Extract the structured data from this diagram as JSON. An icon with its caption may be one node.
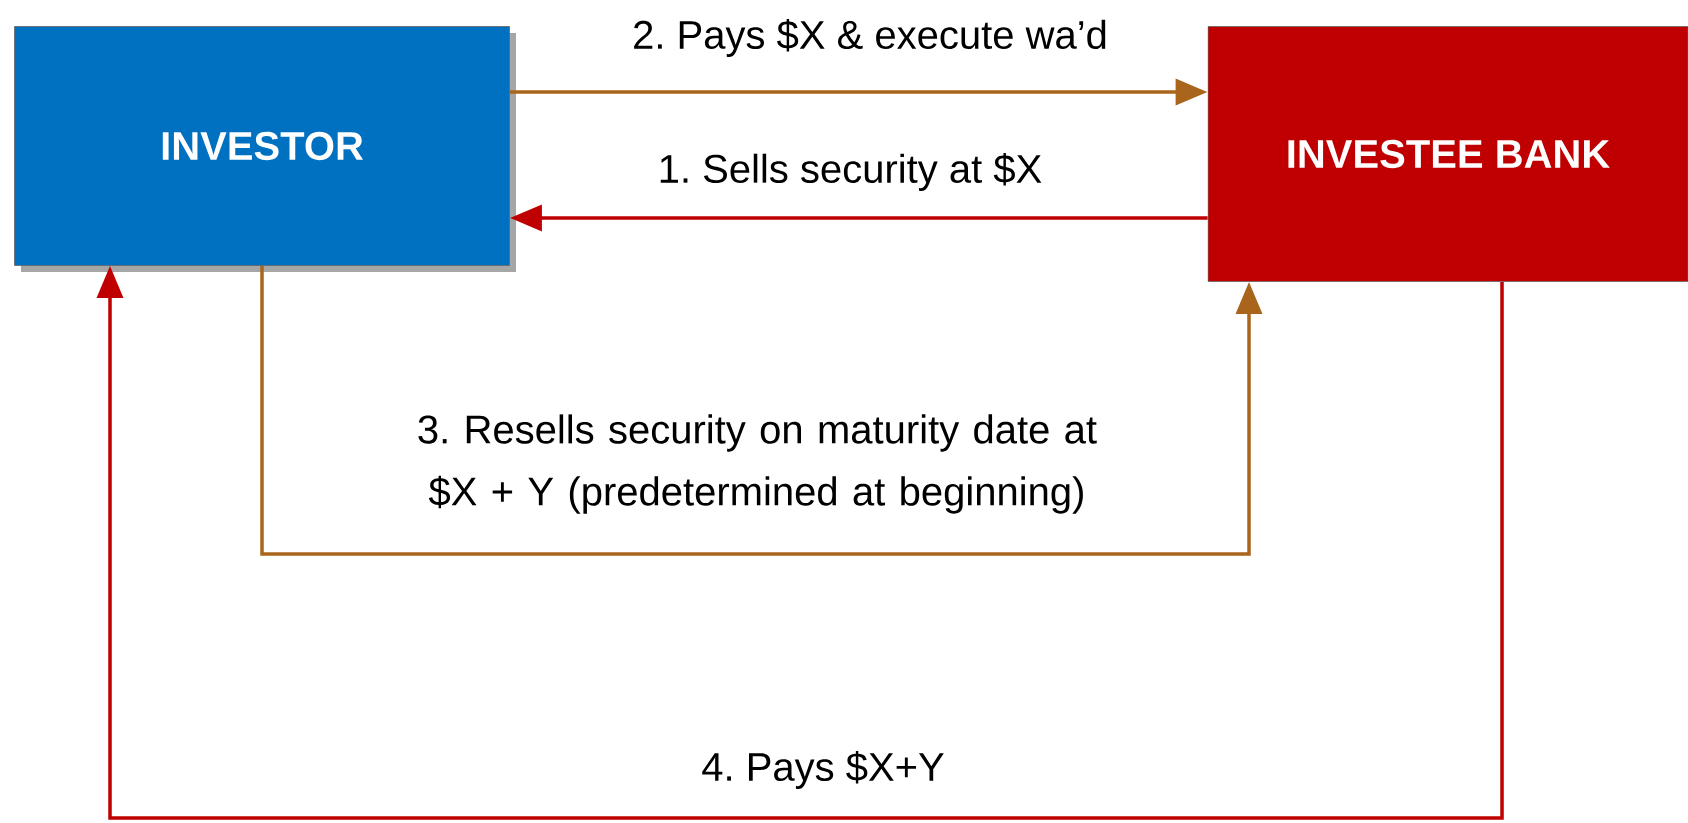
{
  "diagram": {
    "nodes": [
      {
        "text": [
          "INVESTOR"
        ]
      },
      {
        "text": [
          "INVESTEE BANK"
        ]
      }
    ],
    "edges": [
      {
        "from": 0,
        "to": 1,
        "arrow": "to",
        "label": "2. Pays $X & execute wa’d",
        "color": "#a9651b"
      },
      {
        "from": 1,
        "to": 0,
        "arrow": "to",
        "label": "1. Sells security  at $X",
        "color": "#c00000"
      },
      {
        "from": 0,
        "to": 1,
        "arrow": "to",
        "label": "3. Resells security on maturity date at $X + Y (predetermined at beginning)",
        "color": "#a9651b"
      },
      {
        "from": 1,
        "to": 0,
        "arrow": "to",
        "label": "4. Pays $X+Y",
        "color": "#c00000"
      }
    ]
  }
}
